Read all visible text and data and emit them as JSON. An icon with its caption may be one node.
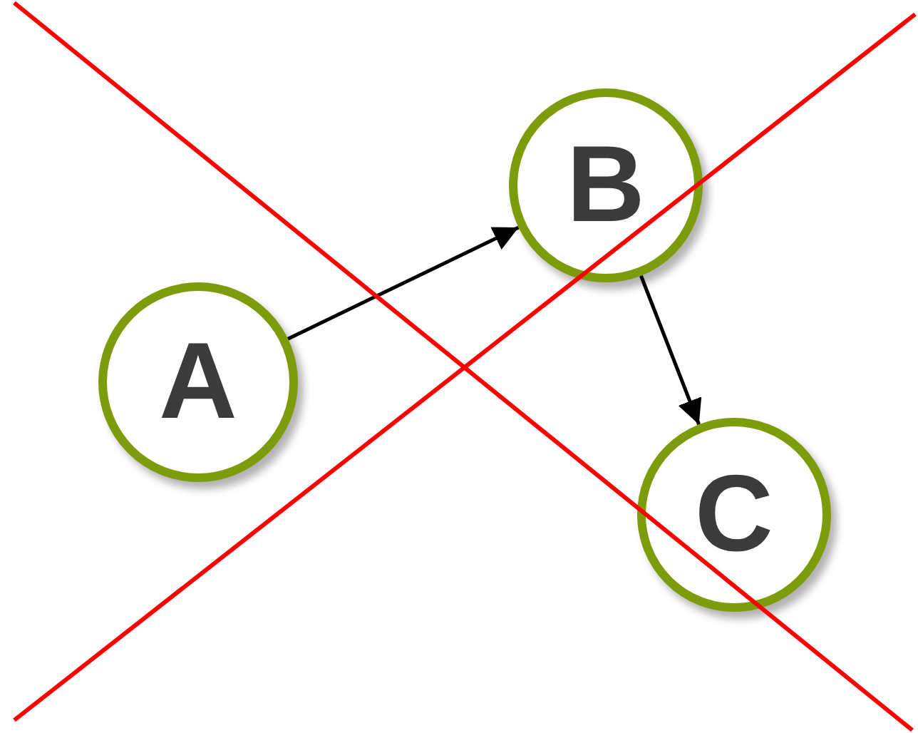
{
  "diagram": {
    "nodes": [
      {
        "text": [
          "A"
        ]
      },
      {
        "text": [
          "B"
        ]
      },
      {
        "text": [
          "C"
        ]
      }
    ],
    "edges": [
      {
        "from": 0,
        "to": 1,
        "arrow": "to"
      },
      {
        "from": 1,
        "to": 2,
        "arrow": "to"
      }
    ]
  }
}
